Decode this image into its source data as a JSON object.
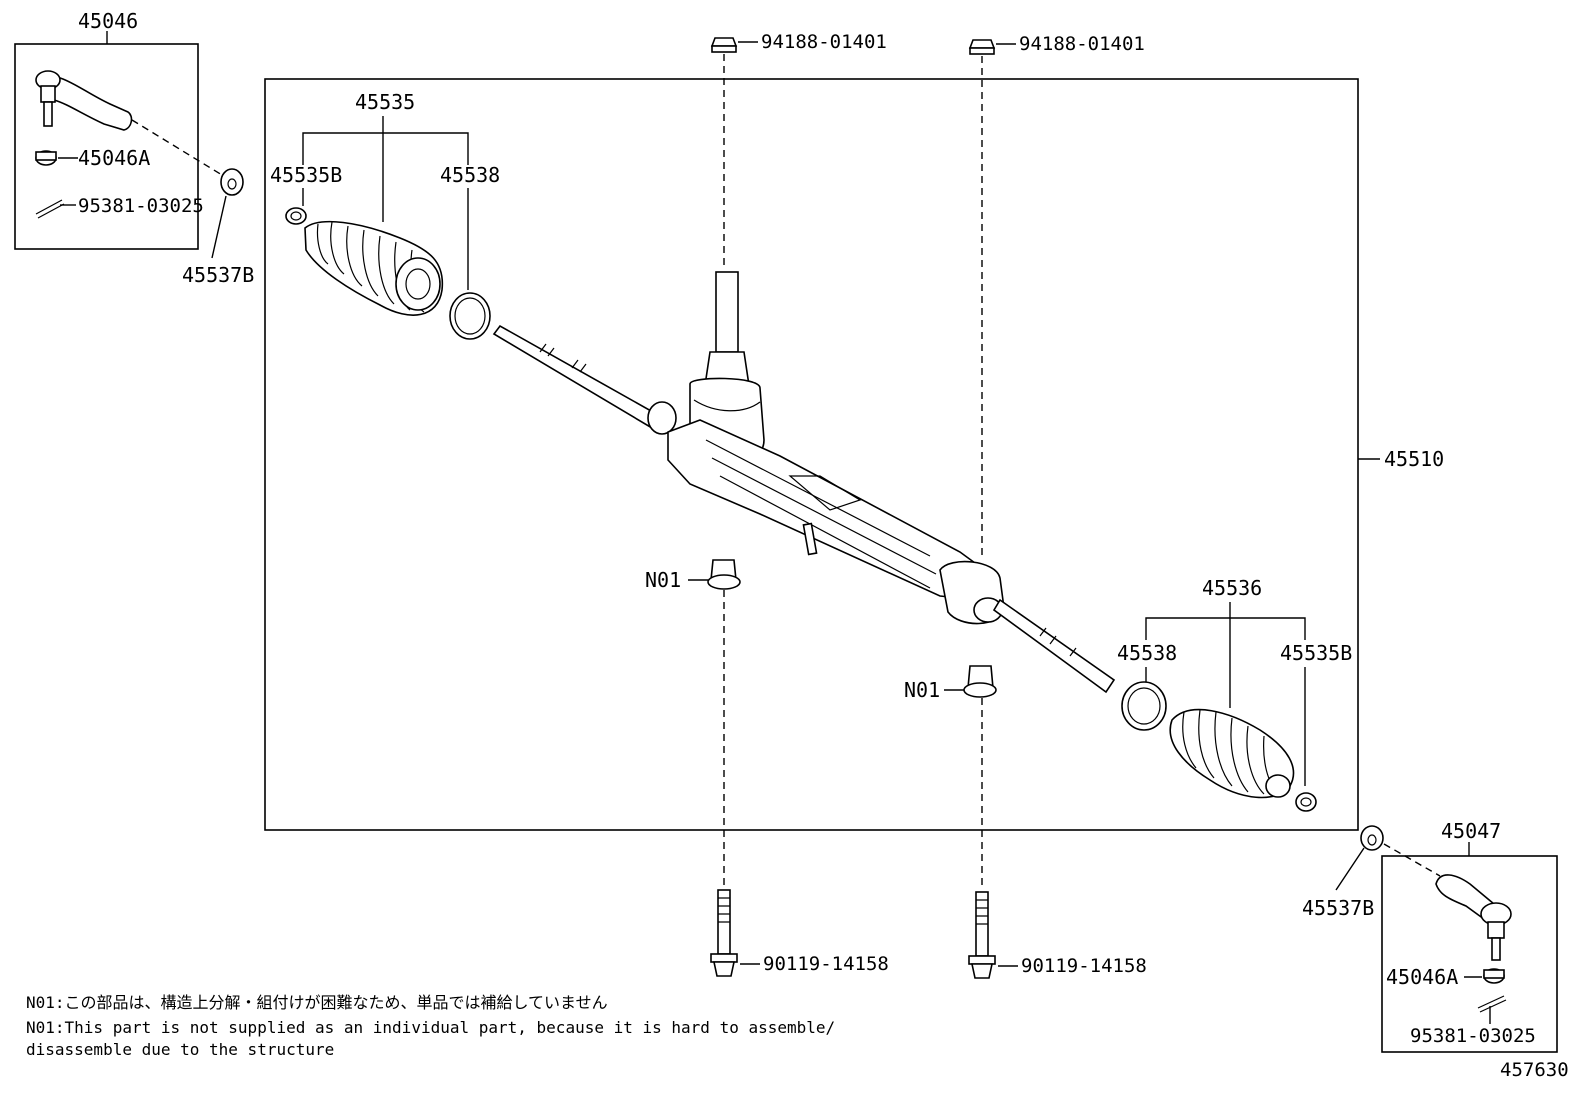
{
  "labels": {
    "tie_rod_end_left": "45046",
    "nut_left": "45046A",
    "cotter_pin_left": "95381-03025",
    "bush_left": "45537B",
    "boot_set_left": "45535",
    "clip_left": "45535B",
    "band_left": "45538",
    "bolt_nut_top_left": "94188-01401",
    "bolt_nut_top_right": "94188-01401",
    "gear_assembly": "45510",
    "note_ref_left": "N01",
    "note_ref_right": "N01",
    "boot_set_right": "45536",
    "band_right": "45538",
    "clip_right": "45535B",
    "bolt_bottom_left": "90119-14158",
    "bolt_bottom_right": "90119-14158",
    "tie_rod_end_right": "45047",
    "bush_right": "45537B",
    "nut_right": "45046A",
    "cotter_pin_right": "95381-03025"
  },
  "notes": {
    "line1": "N01:この部品は、構造上分解・組付けが困難なため、単品では補給していません",
    "line2": "N01:This part is not supplied as an individual part, because it is hard to assemble/",
    "line3": "    disassemble due to the structure"
  },
  "figure_id": "457630"
}
